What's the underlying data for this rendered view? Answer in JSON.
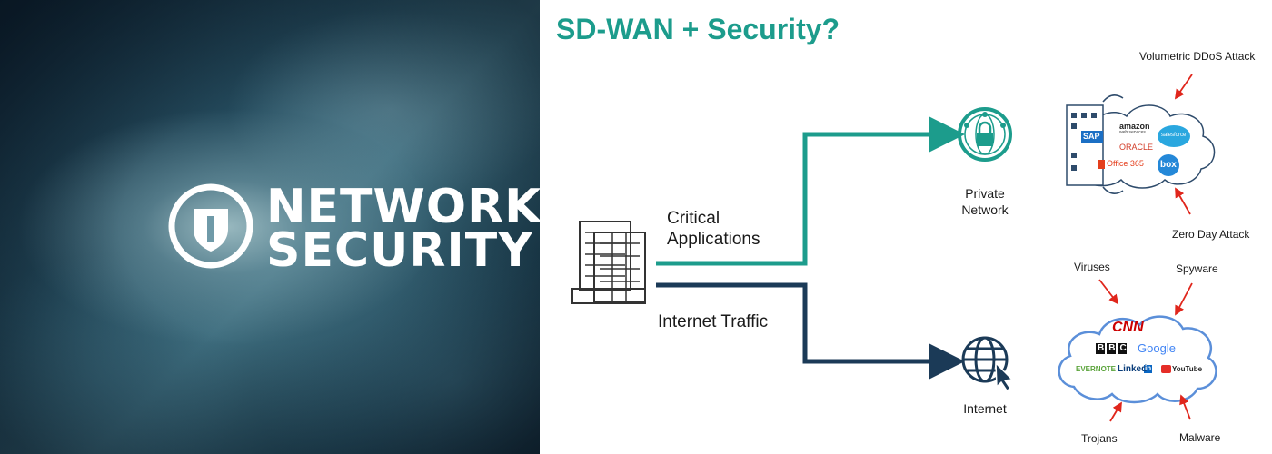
{
  "banner": {
    "title_line1": "NETWORK",
    "title_line2": "SECURITY"
  },
  "diagram": {
    "title": "SD-WAN + Security?",
    "critical_label_line1": "Critical",
    "critical_label_line2": "Applications",
    "internet_traffic_label": "Internet Traffic",
    "private_network_line1": "Private",
    "private_network_line2": "Network",
    "internet_label": "Internet",
    "threats_top": {
      "volumetric": "Volumetric DDoS Attack",
      "zero_day": "Zero Day Attack"
    },
    "threats_bottom": {
      "viruses": "Viruses",
      "spyware": "Spyware",
      "trojans": "Trojans",
      "malware": "Malware"
    },
    "cloud_top_brands": {
      "amazon": "amazon",
      "amazon_sub": "web services",
      "sap": "SAP",
      "oracle": "ORACLE",
      "office": "Office 365",
      "salesforce": "salesforce",
      "box": "box"
    },
    "cloud_bottom_brands": {
      "cnn": "CNN",
      "bbc": "BBC",
      "google": "Google",
      "evernote": "EVERNOTE",
      "linkedin": "Linked",
      "linkedin_in": "in",
      "youtube": "YouTube"
    }
  },
  "colors": {
    "teal": "#1c9c8c",
    "navy": "#1b3a57",
    "arrow_red": "#e0261c",
    "cloud_blue": "#5b8fd9"
  }
}
